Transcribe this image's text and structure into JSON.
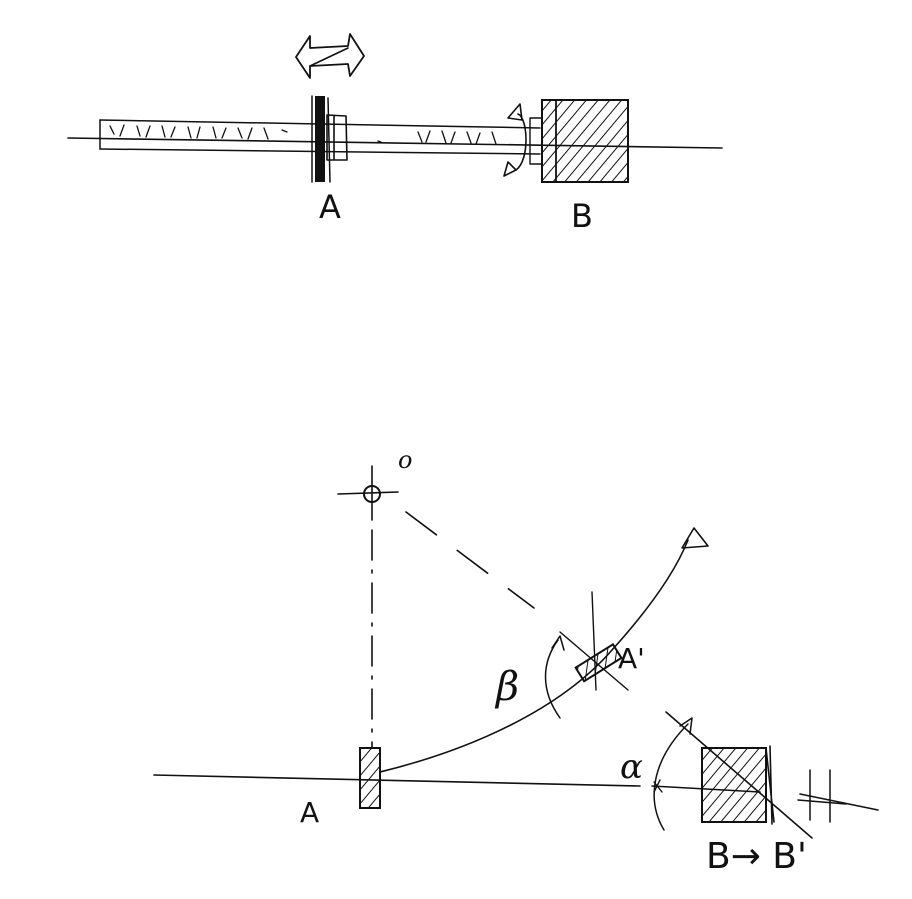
{
  "top_view": {
    "label_a": "A",
    "label_b": "B"
  },
  "bottom_view": {
    "label_o": "o",
    "label_a": "A",
    "label_a_prime": "A'",
    "label_beta": "β",
    "label_alpha": "α",
    "label_b_to_b_prime": "B→ B'"
  }
}
